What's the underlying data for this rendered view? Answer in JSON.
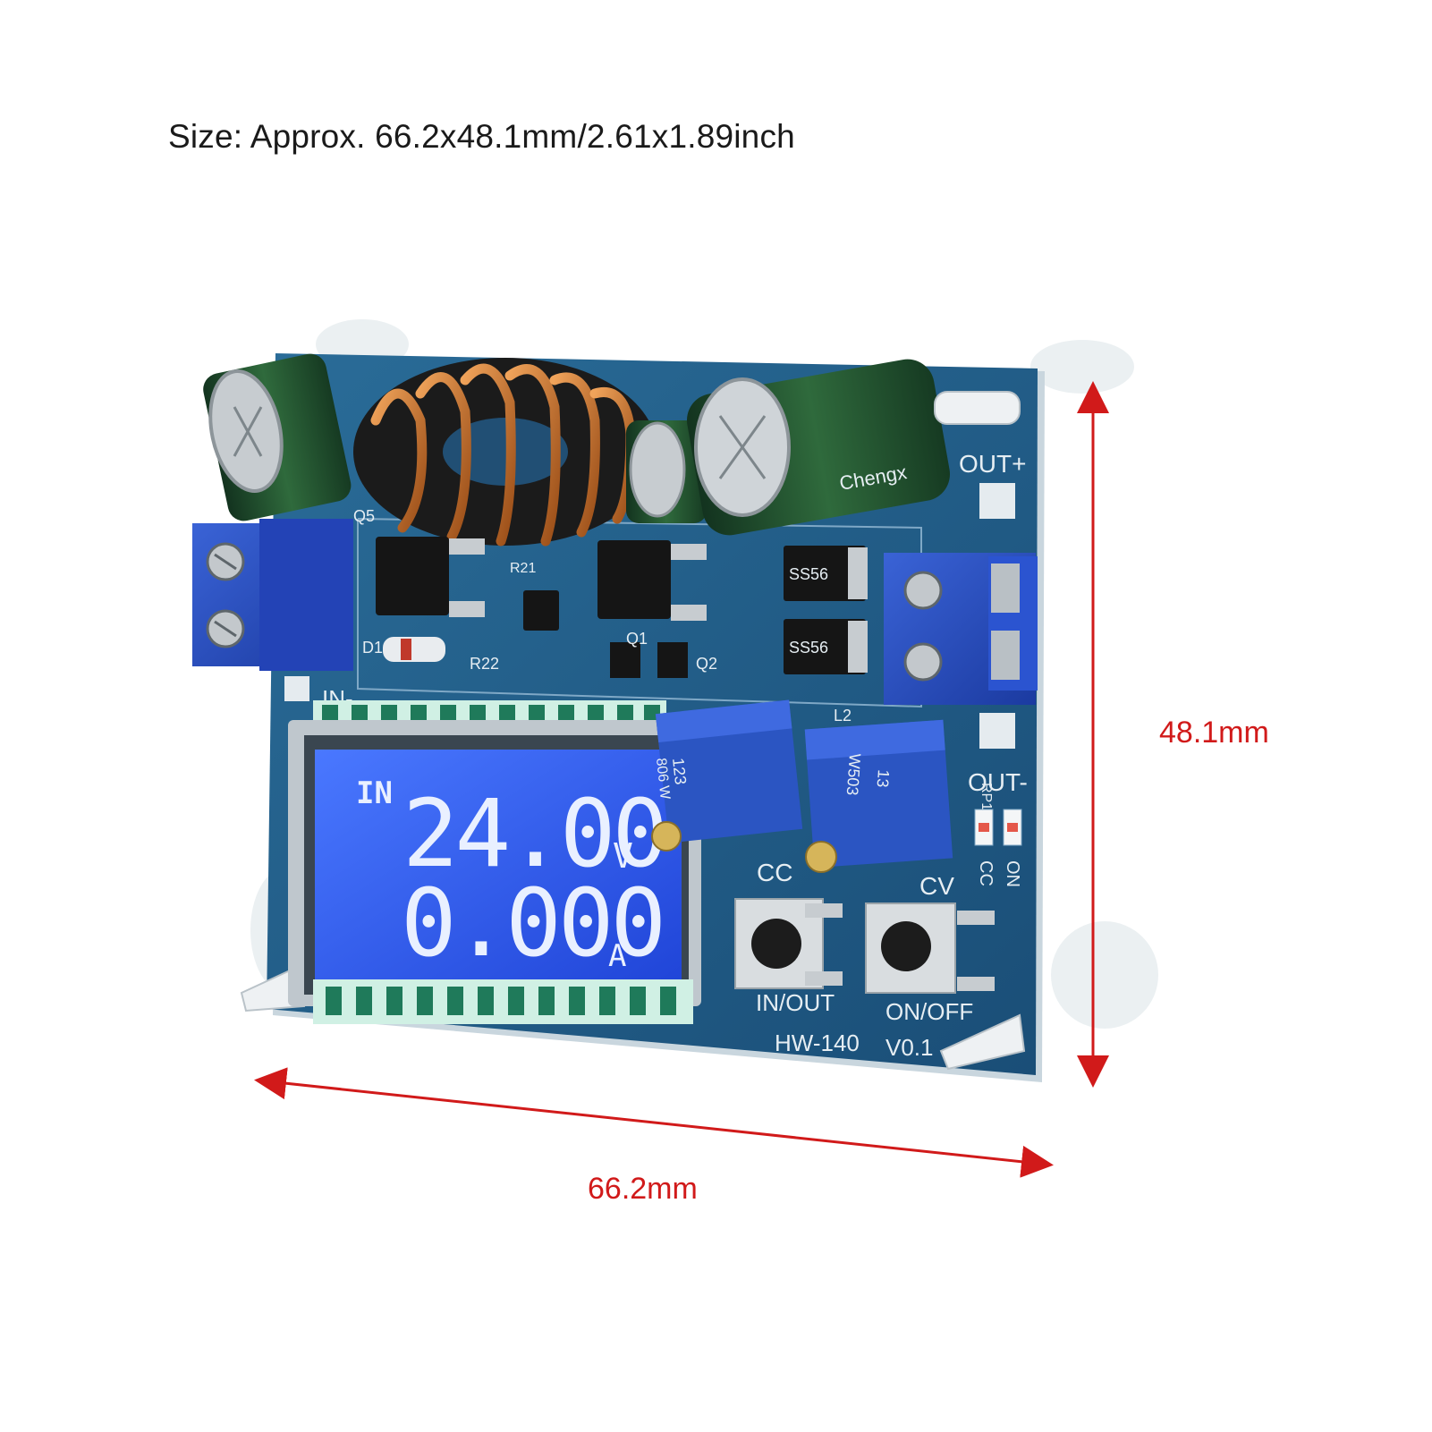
{
  "caption": "Size: Approx.  66.2x48.1mm/2.61x1.89inch",
  "dimensions": {
    "height_label": "48.1mm",
    "width_label": "66.2mm",
    "arrow_color": "#d11a1a"
  },
  "board": {
    "model_label": "HW-140",
    "version_label": "V0.1",
    "out_plus_label": "OUT+",
    "out_minus_label": "OUT-",
    "in_minus_label": "IN-",
    "cc_label": "CC",
    "cv_label": "CV",
    "cc_led_label": "CC",
    "on_led_label": "ON",
    "in_out_button_label": "IN/OUT",
    "on_off_button_label": "ON/OFF",
    "component_labels": {
      "q5": "Q5",
      "q1": "Q1",
      "q2": "Q2",
      "d1": "D1",
      "r21": "R21",
      "r22": "R22",
      "l2": "L2",
      "rp1": "RP1",
      "pot1_code": "123",
      "pot1_sub": "806 W",
      "pot2_code": "W503",
      "pot2_sub": "13",
      "diode_code": "SS56",
      "cap_brand": "Chengx"
    },
    "lcd": {
      "mode_label": "IN",
      "voltage_value": "24.00",
      "voltage_unit": "V",
      "current_value": "0.000",
      "current_unit": "A",
      "backlight_color": "#2e5cff"
    },
    "pcb_color": "#1f5b8a"
  }
}
